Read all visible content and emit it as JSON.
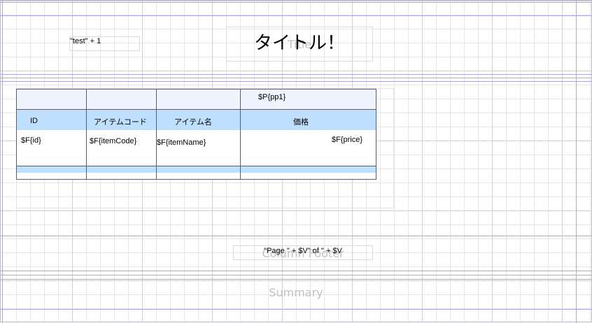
{
  "report": {
    "title_band_label": "Title",
    "title_text": "タイトル！",
    "expression_field": "\"test\" + 1",
    "column_footer_label": "Column Footer",
    "page_footer_expression": "\"Page \" + $V\" of \" + $V",
    "summary_label": "Summary"
  },
  "table": {
    "header_group": [
      "",
      "",
      "",
      "$P{pp1}"
    ],
    "columns": [
      "ID",
      "アイテムコード",
      "アイテム名",
      "価格"
    ],
    "detail": [
      "$F{id}",
      "$F{itemCode}",
      "$F{itemName}",
      "$F{price}"
    ]
  },
  "colors": {
    "header_group_bg": "#eef5ff",
    "column_header_bg": "#bfdfff",
    "footer_band_bg": "#bfdfff",
    "guide_line": "#a8a8e6"
  }
}
